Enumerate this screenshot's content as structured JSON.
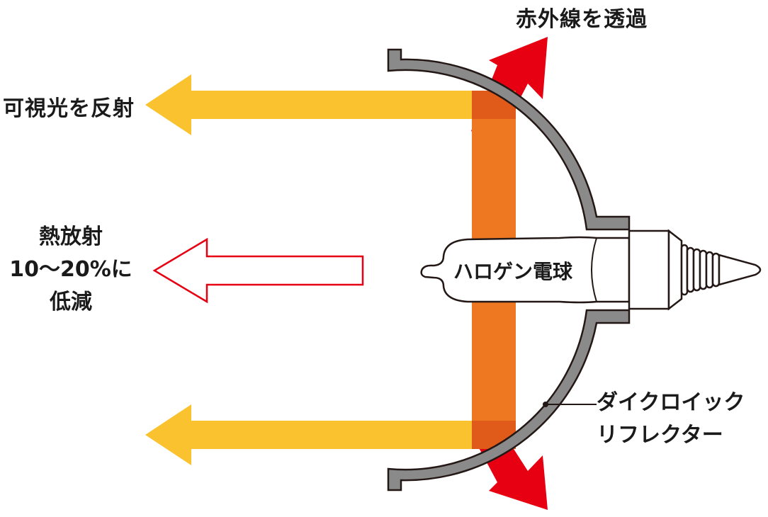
{
  "labels": {
    "infrared": "赤外線を透過",
    "visible_light": "可視光を反射",
    "heat_line1": "熱放射",
    "heat_line2": "10〜20%に",
    "heat_line3": "低減",
    "bulb": "ハロゲン電球",
    "reflector_line1": "ダイクロイック",
    "reflector_line2": "リフレクター"
  },
  "colors": {
    "visible_arrow": "#f9c22e",
    "light_beam": "#ee7722",
    "beam_overlap": "#e05a1a",
    "infrared_arrow": "#e60012",
    "heat_arrow_outline": "#e60012",
    "reflector_fill": "#8a8a8a",
    "reflector_stroke": "#231815",
    "bulb_fill": "#ffffff",
    "text": "#1a1a1a"
  }
}
